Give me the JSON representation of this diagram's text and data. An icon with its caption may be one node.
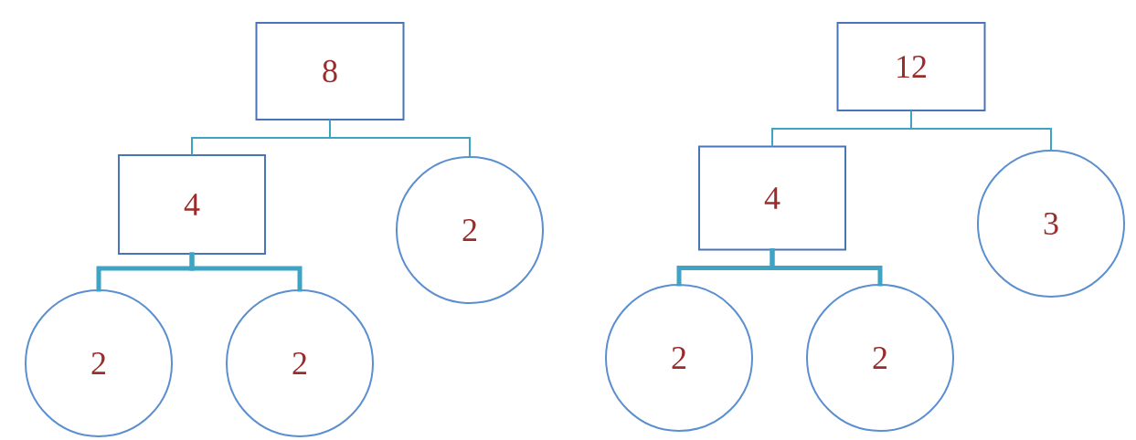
{
  "diagram": {
    "nodes": [
      {
        "text": [
          "8"
        ]
      },
      {
        "text": [
          "4"
        ]
      },
      {
        "text": [
          "2"
        ]
      },
      {
        "text": [
          "2"
        ]
      },
      {
        "text": [
          "2"
        ]
      },
      {
        "text": [
          "12"
        ]
      },
      {
        "text": [
          "4"
        ]
      },
      {
        "text": [
          "3"
        ]
      },
      {
        "text": [
          "2"
        ]
      },
      {
        "text": [
          "2"
        ]
      }
    ],
    "edges": [
      {
        "from": 0,
        "to": 1,
        "arrow": "none"
      },
      {
        "from": 0,
        "to": 2,
        "arrow": "none"
      },
      {
        "from": 1,
        "to": 3,
        "arrow": "none",
        "style": "thick"
      },
      {
        "from": 1,
        "to": 4,
        "arrow": "none",
        "style": "thick"
      },
      {
        "from": 5,
        "to": 6,
        "arrow": "none"
      },
      {
        "from": 5,
        "to": 7,
        "arrow": "none"
      },
      {
        "from": 6,
        "to": 8,
        "arrow": "none",
        "style": "thick"
      },
      {
        "from": 6,
        "to": 9,
        "arrow": "none",
        "style": "thick"
      }
    ]
  }
}
